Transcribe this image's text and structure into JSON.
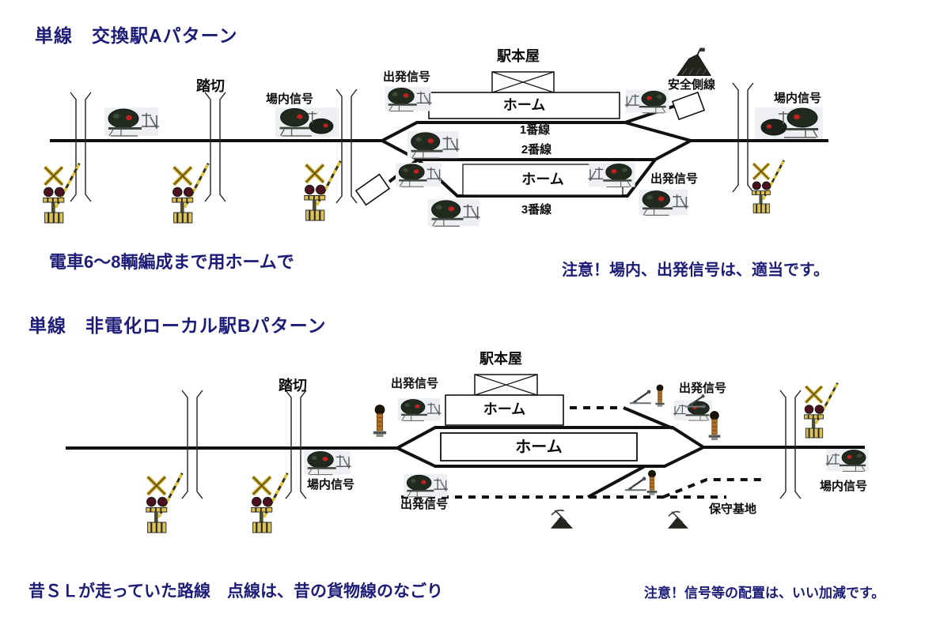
{
  "diagram_a": {
    "title": "単線　交換駅Aパターン",
    "labels": {
      "crossing": "踏切",
      "home_signal_left": "場内信号",
      "departure_signal_left": "出発信号",
      "station_building": "駅本屋",
      "platform_upper": "ホーム",
      "track1": "1番線",
      "track2": "2番線",
      "platform_lower": "ホーム",
      "track3": "3番線",
      "safety_siding": "安全側線",
      "departure_signal_right": "出発信号",
      "home_signal_right": "場内信号"
    },
    "caption": "電車6～8輌編成まで用ホームで",
    "note": "注意！場内、出発信号は、適当です。"
  },
  "diagram_b": {
    "title": "単線　非電化ローカル駅Bパターン",
    "labels": {
      "crossing": "踏切",
      "departure_signal_left": "出発信号",
      "station_building": "駅本屋",
      "platform_side": "ホーム",
      "platform_island": "ホーム",
      "home_signal_left": "場内信号",
      "departure_signal_bottom": "出発信号",
      "departure_signal_right": "出発信号",
      "home_signal_right": "場内信号",
      "maintenance_base": "保守基地"
    },
    "caption": "昔ＳＬが走っていた路線　点線は、昔の貨物線のなごり",
    "note": "注意！信号等の配置は、いい加減です。"
  },
  "icons": {
    "signal": "signal-icon",
    "double_signal": "double-signal-icon",
    "crossing_signal": "crossing-signal-icon",
    "crossing_road": "crossing-road-marks",
    "buffer_stop": "buffer-stop-box-icon",
    "mound": "buffer-mound-icon",
    "semaphore": "semaphore-post-icon",
    "point_lever": "point-lever-icon",
    "maintenance_mound": "maintenance-mound-icon",
    "station_building": "station-building-crossed-box"
  },
  "colors": {
    "title_text": "#1d1d78",
    "label_text": "#0c0c0c",
    "track": "#111111",
    "background": "#ffffff"
  }
}
